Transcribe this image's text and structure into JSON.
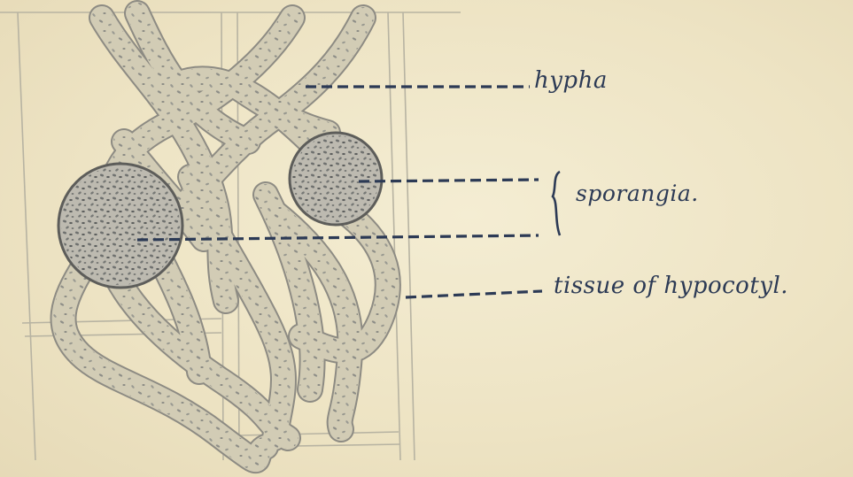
{
  "labels": {
    "hypha": "hypha",
    "sporangia": "sporangia.",
    "tissue": "tissue of hypocotyl."
  },
  "colors": {
    "paper": "#efe6c8",
    "pencil": "#8a8a86",
    "hypha_fill": "#d2ccb5",
    "ink": "#2c3a55"
  }
}
